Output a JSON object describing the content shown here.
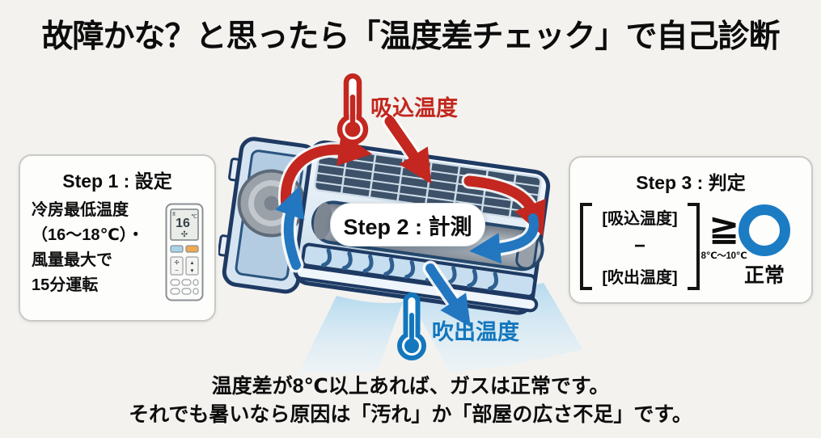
{
  "title": "故障かな？と思ったら「温度差チェック」で自己診断",
  "colors": {
    "background": "#f3f2ef",
    "red": "#c3271f",
    "blue": "#1377bd",
    "arrow_blue": "#2277c0",
    "ring_blue": "#1b7cc4",
    "outline_navy": "#1e3a63"
  },
  "step1": {
    "heading": "Step 1 : 設定",
    "lines": [
      "冷房最低温度",
      "（16〜18℃）・",
      "風量最大で",
      "15分運転"
    ],
    "remote": {
      "display_temp": "16",
      "display_unit": "℃",
      "fan_icon": "✣",
      "up_icon": "▲",
      "down_icon": "▼",
      "minus_icon": "−"
    }
  },
  "step2": {
    "label": "Step 2 : 計測"
  },
  "step3": {
    "heading": "Step 3 : 判定",
    "formula": {
      "top": "[吸込温度]",
      "operator": "−",
      "bottom": "[吹出温度]",
      "comparator": "≧",
      "range": "8℃〜10℃",
      "result": "正常"
    }
  },
  "labels": {
    "intake": "吸込温度",
    "outlet": "吹出温度"
  },
  "footer": {
    "line1": "温度差が8℃以上あれば、ガスは正常です。",
    "line2": "それでも暑いなら原因は「汚れ」か「部屋の広さ不足」です。"
  }
}
